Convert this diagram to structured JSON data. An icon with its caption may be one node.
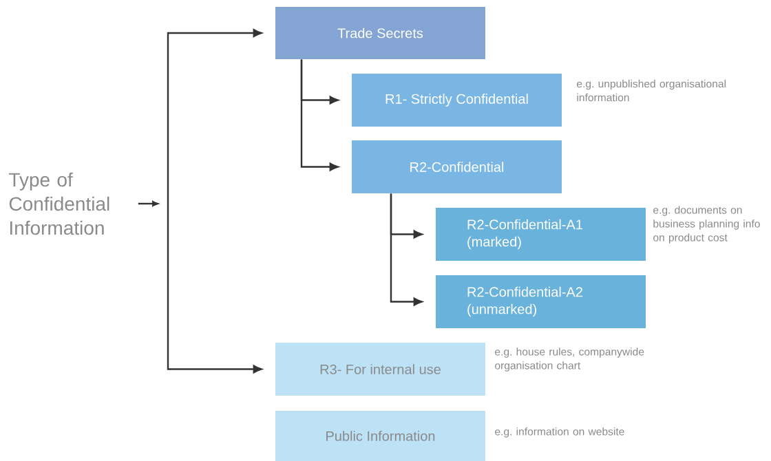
{
  "diagram": {
    "nodes": [
      {
        "text": [
          "Type of Confidential Information"
        ]
      },
      {
        "text": [
          "Trade Secrets"
        ]
      },
      {
        "text": [
          "R1- Strictly Confidential"
        ],
        "beside": [
          "e.g. unpublished organisational information"
        ]
      },
      {
        "text": [
          "R2-Confidential"
        ]
      },
      {
        "text": [
          "R2-Confidential-A1 (marked)"
        ],
        "beside": [
          "e.g. documents on business planning info on product cost"
        ]
      },
      {
        "text": [
          "R2-Confidential-A2 (unmarked)"
        ]
      },
      {
        "text": [
          "R3- For internal use"
        ],
        "beside": [
          "e.g. house rules, companywide organisation chart"
        ]
      },
      {
        "text": [
          "Public Information"
        ],
        "beside": [
          "e.g. information on website"
        ]
      }
    ],
    "edges": [
      {
        "from": 0,
        "to": 1,
        "arrow": "to"
      },
      {
        "from": 0,
        "to": 6,
        "arrow": "to"
      },
      {
        "from": 1,
        "to": 2,
        "arrow": "to"
      },
      {
        "from": 1,
        "to": 3,
        "arrow": "to"
      },
      {
        "from": 3,
        "to": 4,
        "arrow": "to"
      },
      {
        "from": 3,
        "to": 5,
        "arrow": "to"
      }
    ]
  }
}
